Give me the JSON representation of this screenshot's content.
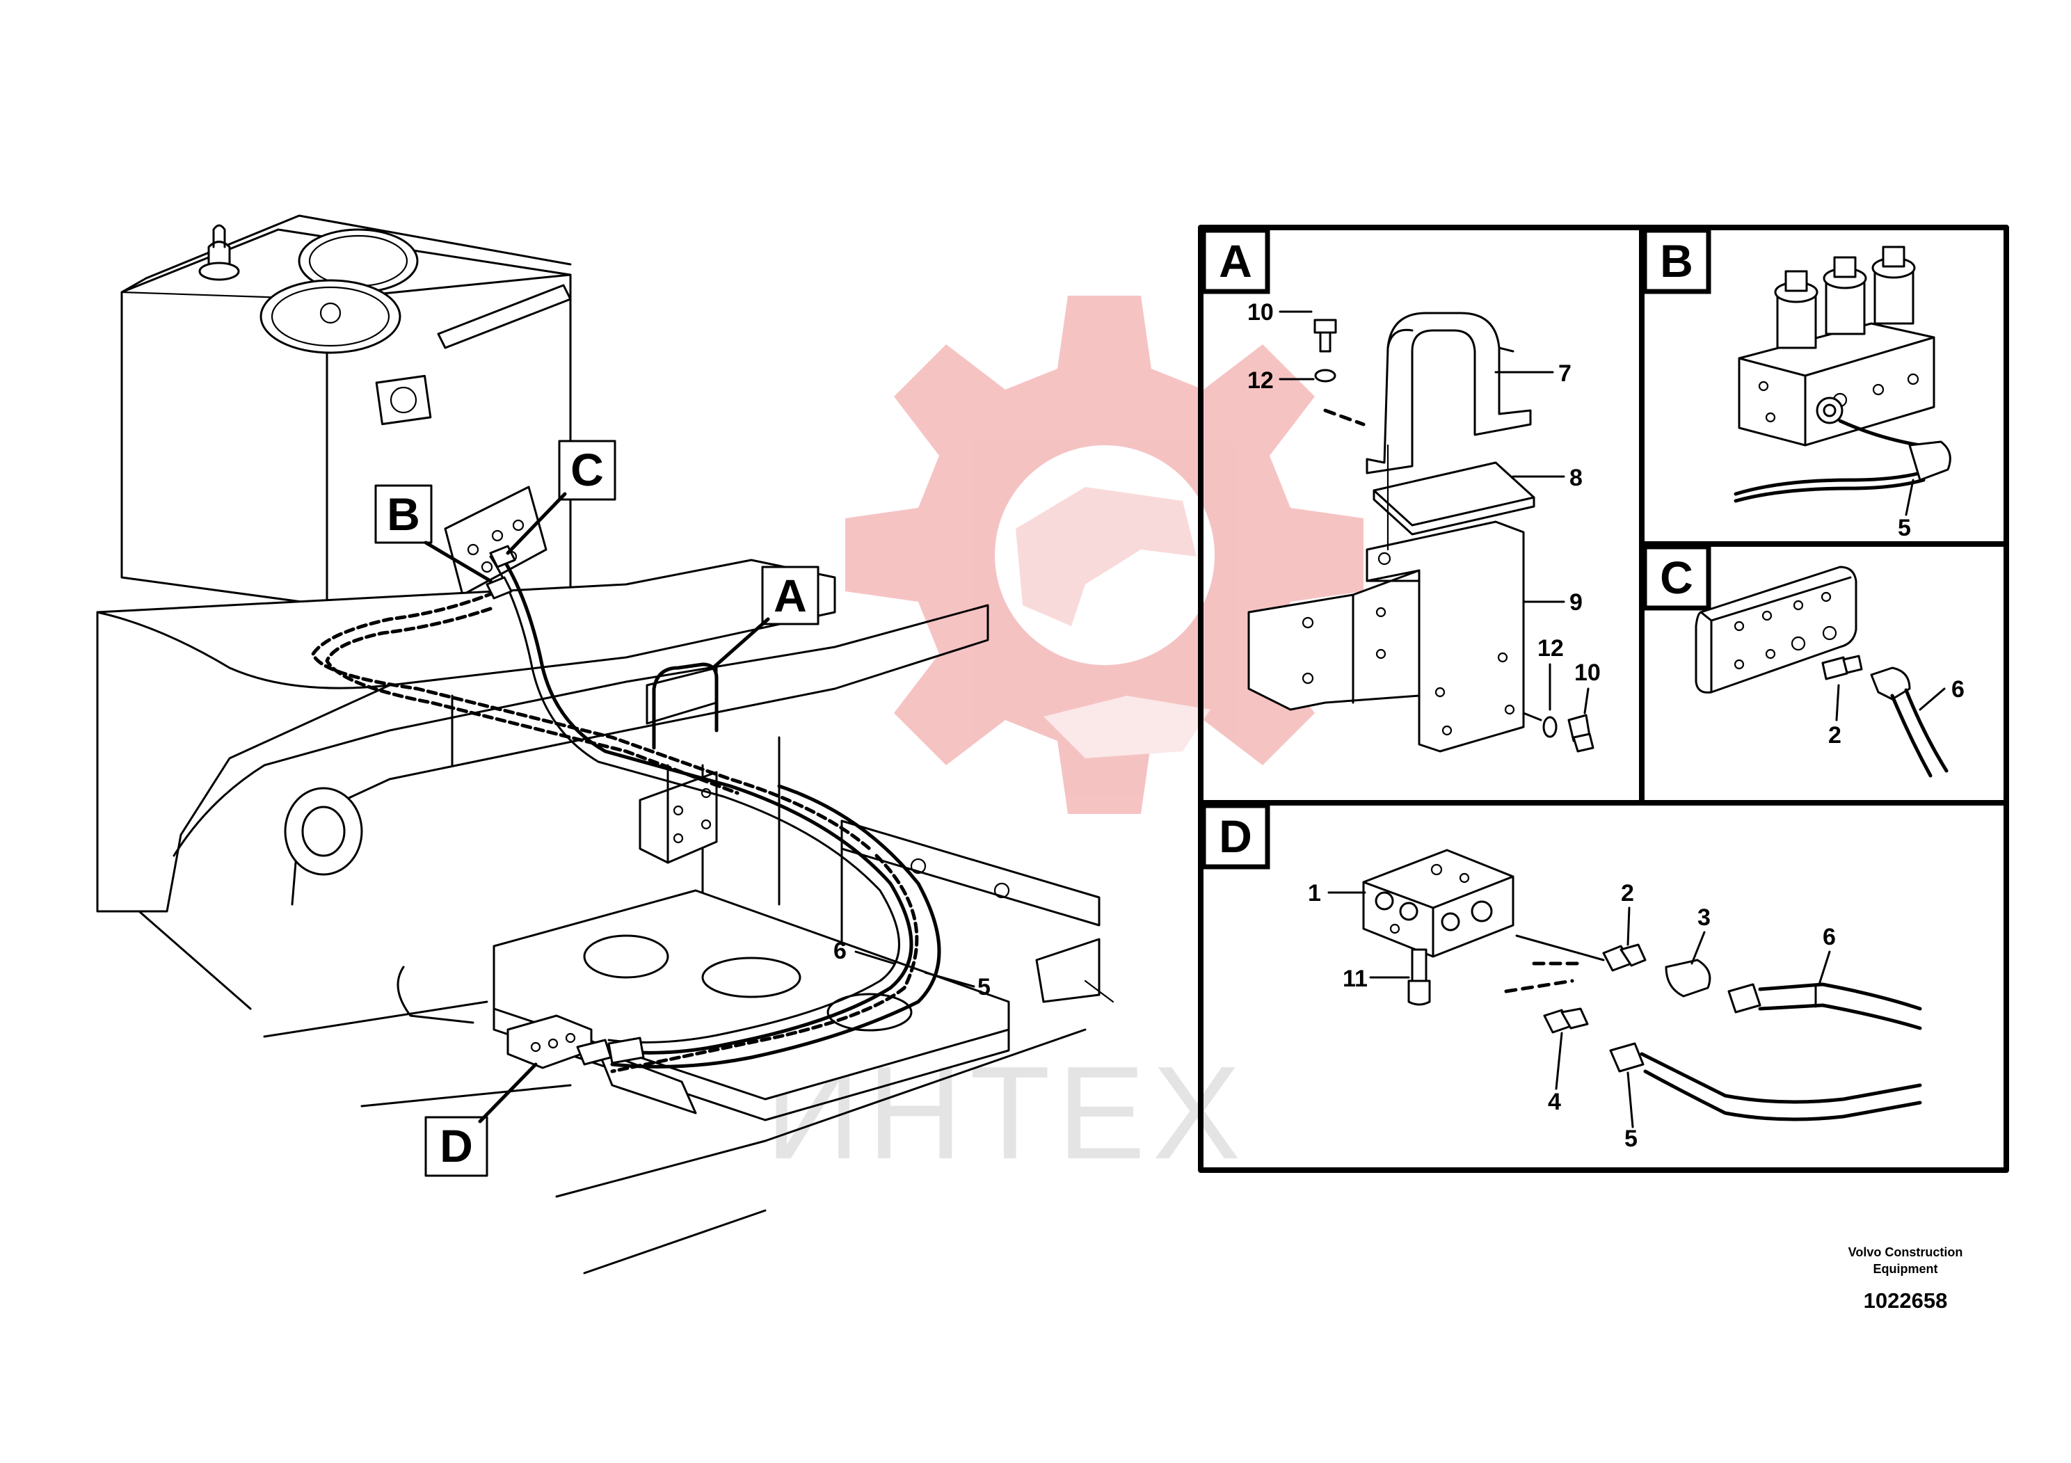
{
  "watermark": {
    "text": "ИНТЕХ",
    "gear_color": "#f4b8b8",
    "text_color": "#e4e4e4"
  },
  "detail_views": [
    {
      "letter": "A"
    },
    {
      "letter": "B"
    },
    {
      "letter": "C"
    },
    {
      "letter": "D"
    }
  ],
  "main_view": {
    "callouts": [
      "A",
      "B",
      "C",
      "D"
    ],
    "part_labels": [
      "6",
      "5"
    ]
  },
  "view_a": {
    "part_labels": [
      "10",
      "12",
      "7",
      "8",
      "9",
      "12",
      "10"
    ]
  },
  "view_b": {
    "part_labels": [
      "5"
    ]
  },
  "view_c": {
    "part_labels": [
      "2",
      "6"
    ]
  },
  "view_d": {
    "part_labels": [
      "1",
      "2",
      "3",
      "6",
      "11",
      "4",
      "5"
    ]
  },
  "footer": {
    "manufacturer_line1": "Volvo Construction",
    "manufacturer_line2": "Equipment",
    "drawing_number": "1022658"
  }
}
